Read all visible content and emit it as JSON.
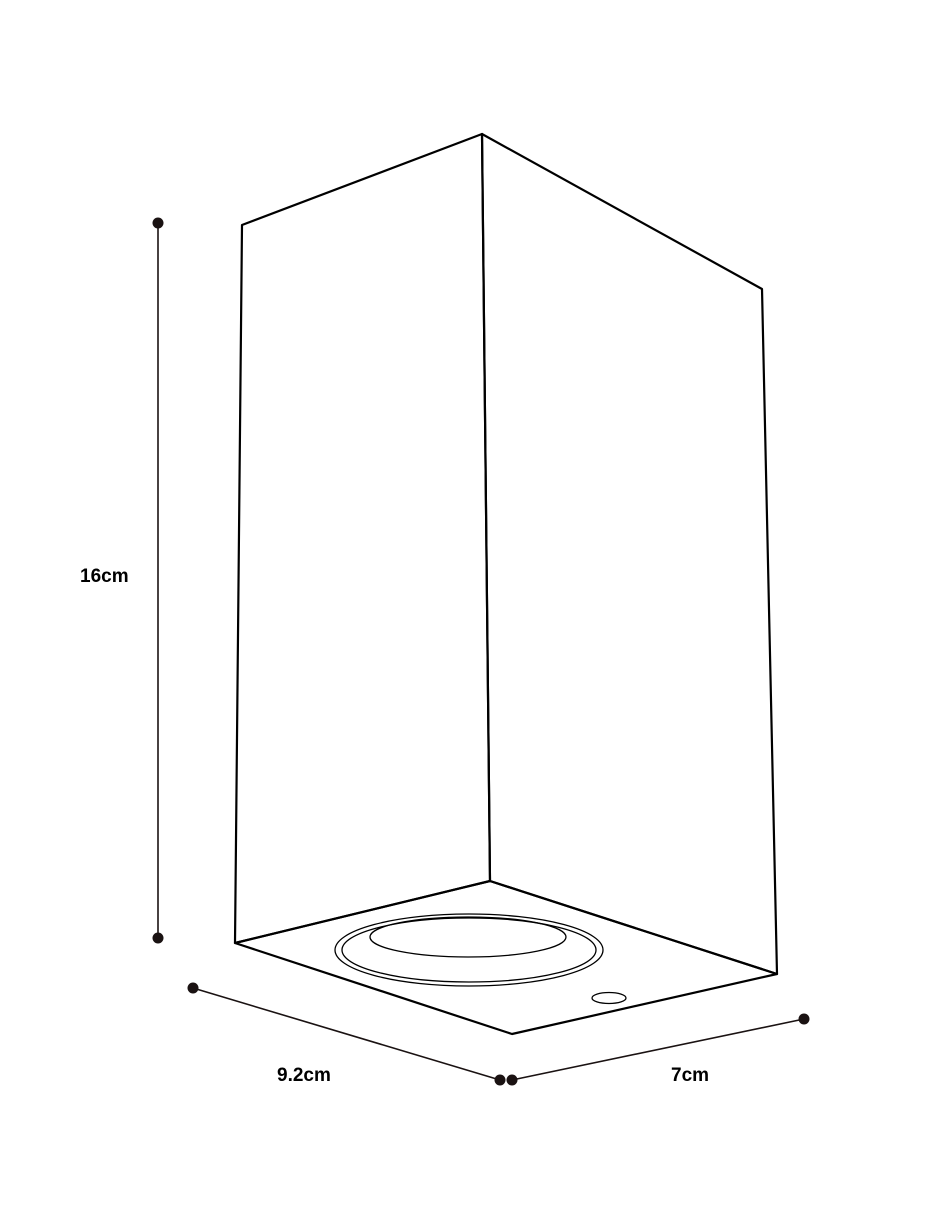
{
  "dimensions": {
    "height": "16cm",
    "depth": "9.2cm",
    "width": "7cm"
  },
  "colors": {
    "line": "#000000",
    "dimension_dot": "#1a1212",
    "background": "#ffffff"
  }
}
